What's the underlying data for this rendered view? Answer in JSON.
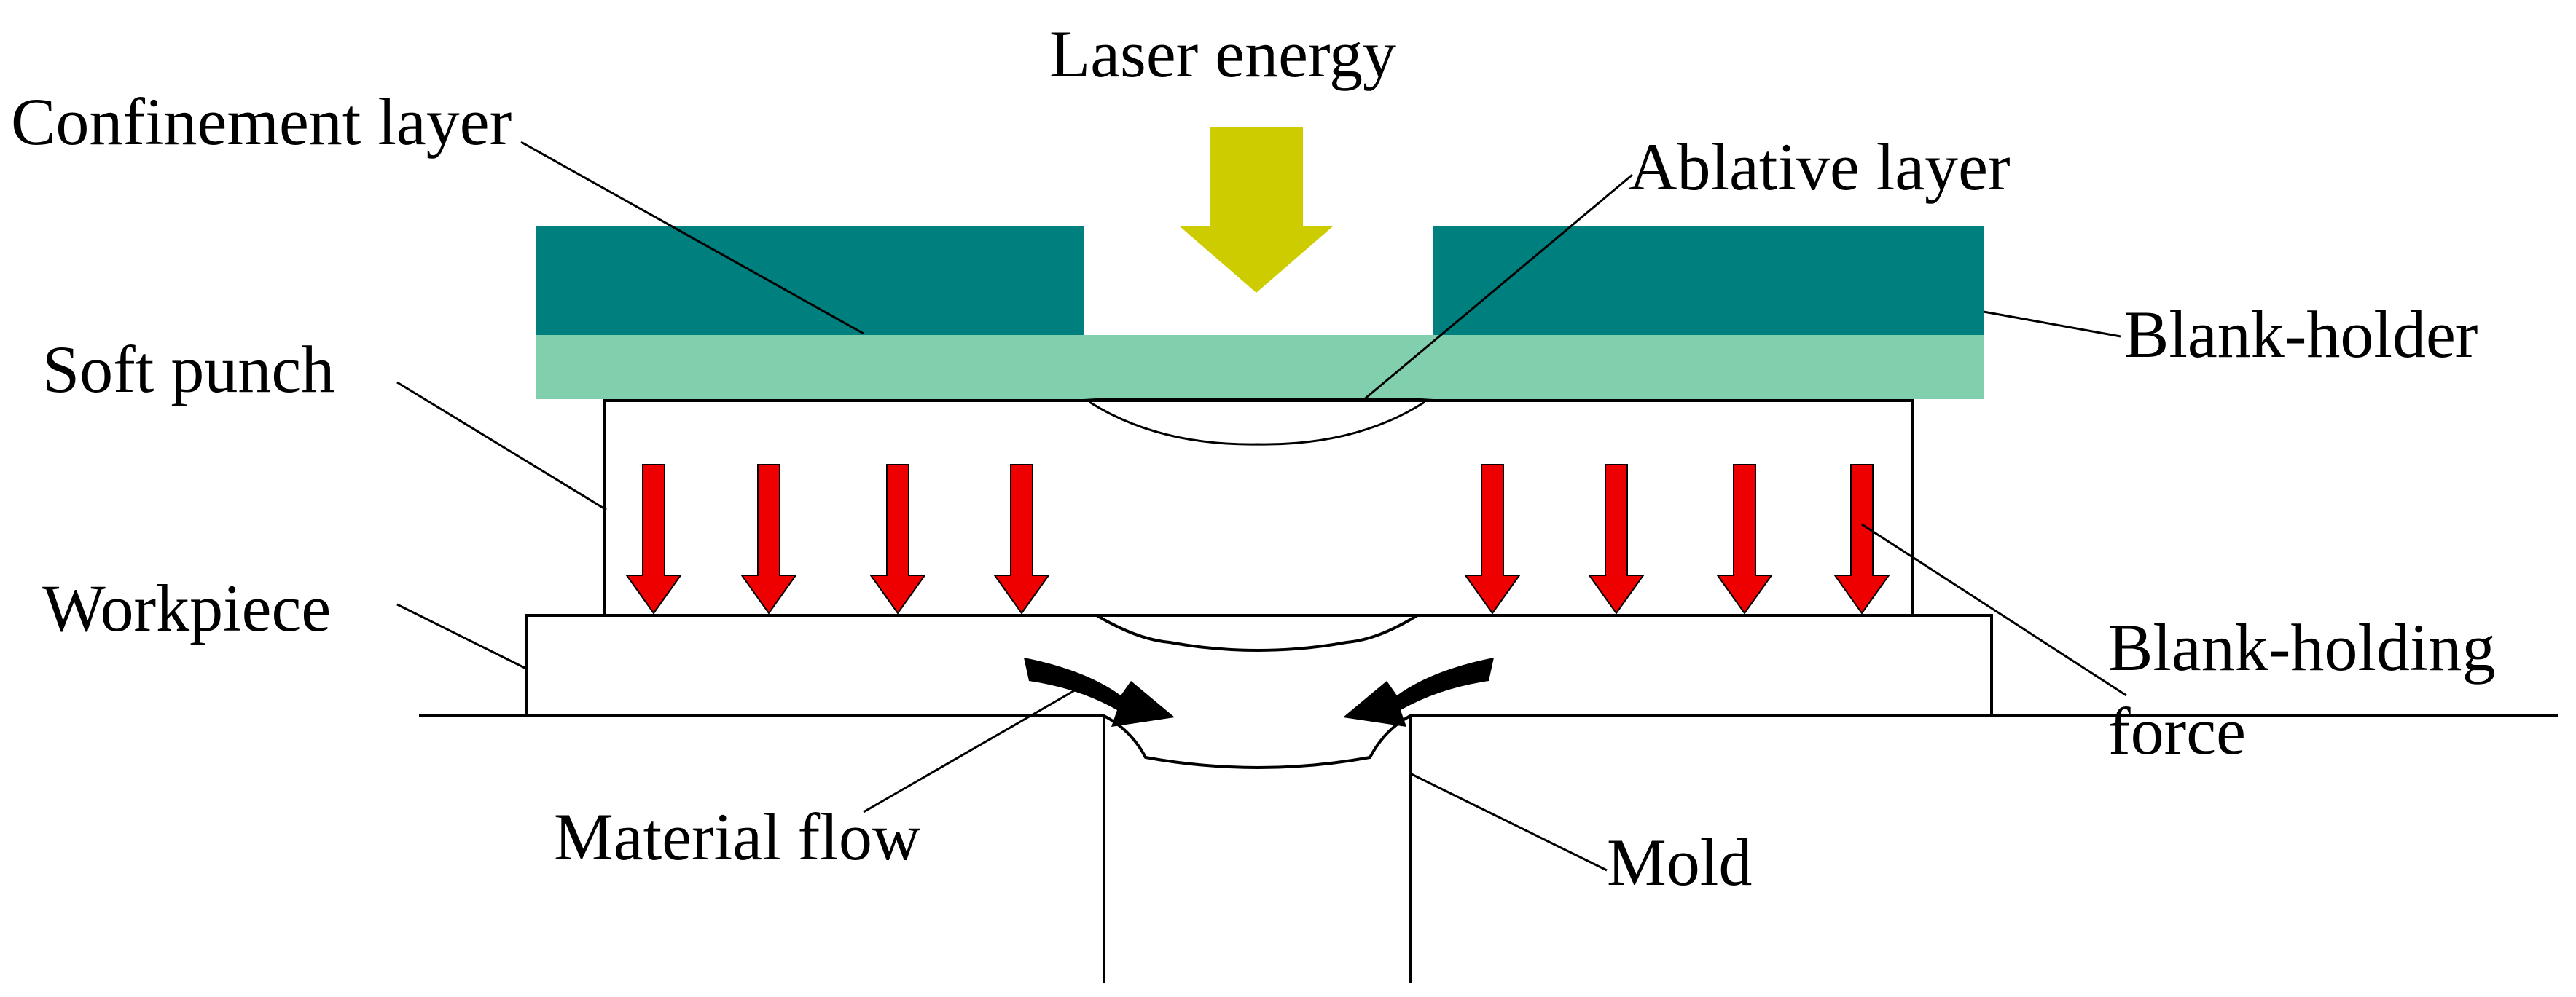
{
  "labels": {
    "laser_energy": "Laser energy",
    "confinement_layer": "Confinement layer",
    "ablative_layer": "Ablative layer",
    "blank_holder": "Blank-holder",
    "soft_punch": "Soft punch",
    "workpiece": "Workpiece",
    "blank_holding_force_line1": "Blank-holding",
    "blank_holding_force_line2": "force",
    "material_flow": "Material flow",
    "mold": "Mold"
  },
  "colors": {
    "blank_holder": "#007f7f",
    "confinement_layer": "#82cfad",
    "laser_arrow": "#cccc00",
    "force_arrow": "#ee0000",
    "flow_arrow": "#000000",
    "ablative_layer": "#000000",
    "outline": "#000000"
  },
  "force_arrow_count": 8,
  "flow_arrow_count": 2
}
